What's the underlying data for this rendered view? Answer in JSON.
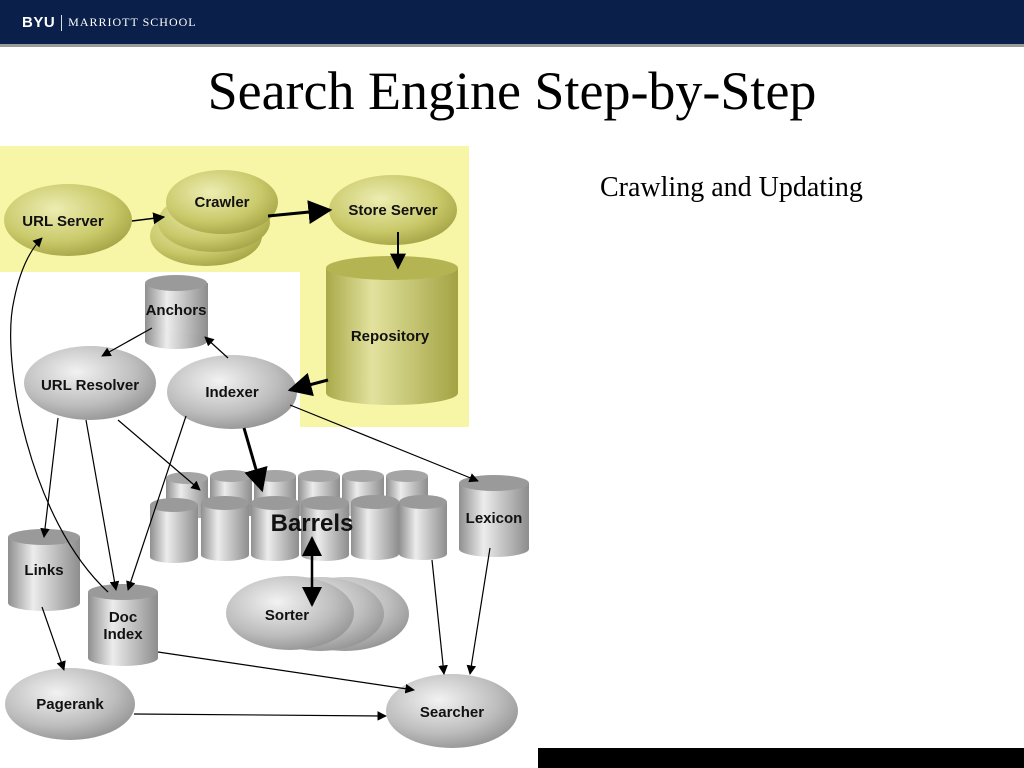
{
  "header": {
    "brand_main": "BYU",
    "brand_sub": "MARRIOTT SCHOOL"
  },
  "slide": {
    "title": "Search Engine Step-by-Step",
    "subtitle": "Crawling and Updating"
  },
  "colors": {
    "header_bg": "#0b1f4b",
    "highlight": "#f6f6a6",
    "olive_node": "#c9c96a",
    "gray_node": "#b9b9b9"
  },
  "diagram": {
    "nodes": {
      "url_server": "URL Server",
      "crawler": "Crawler",
      "store_server": "Store Server",
      "repository": "Repository",
      "anchors": "Anchors",
      "url_resolver": "URL Resolver",
      "indexer": "Indexer",
      "barrels": "Barrels",
      "lexicon": "Lexicon",
      "links": "Links",
      "doc_index_line1": "Doc",
      "doc_index_line2": "Index",
      "sorter": "Sorter",
      "pagerank": "Pagerank",
      "searcher": "Searcher"
    }
  }
}
